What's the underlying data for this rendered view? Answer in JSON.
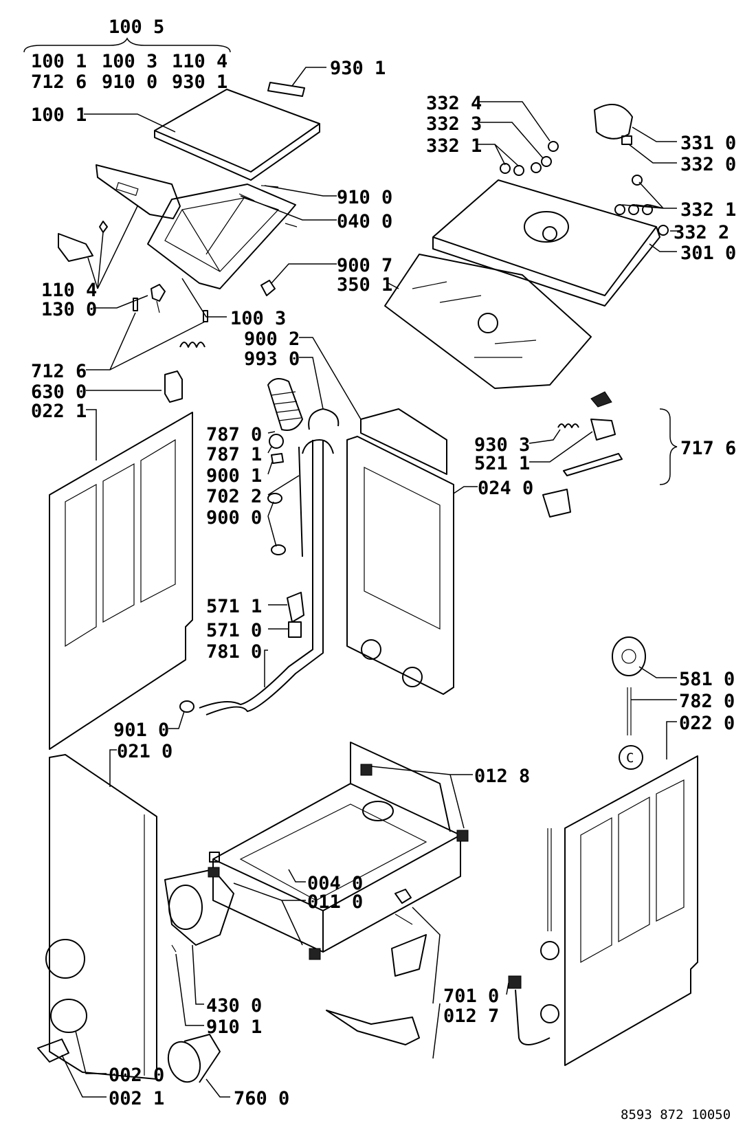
{
  "assembly": {
    "title": "100 5",
    "components_row1": [
      "100 1",
      "100 3",
      "110 4"
    ],
    "components_row2": [
      "712 6",
      "910 0",
      "930 1"
    ]
  },
  "labels": {
    "l930_1": "930 1",
    "l100_1": "100 1",
    "l910_0": "910 0",
    "l040_0": "040 0",
    "l110_4": "110 4",
    "l130_0": "130 0",
    "l100_3": "100 3",
    "l712_6": "712 6",
    "l630_0": "630 0",
    "l022_1": "022 1",
    "l332_4": "332 4",
    "l332_3": "332 3",
    "l332_1a": "332 1",
    "l331_0": "331 0",
    "l332_0": "332 0",
    "l332_1b": "332 1",
    "l332_2": "332 2",
    "l301_0": "301 0",
    "l900_7": "900 7",
    "l350_1": "350 1",
    "l900_2": "900 2",
    "l993_0": "993 0",
    "l787_0": "787 0",
    "l787_1": "787 1",
    "l900_1": "900 1",
    "l702_2": "702 2",
    "l900_0": "900 0",
    "l930_3": "930 3",
    "l521_1": "521 1",
    "l717_6": "717 6",
    "l024_0": "024 0",
    "l571_1": "571 1",
    "l571_0": "571 0",
    "l781_0": "781 0",
    "l901_0": "901 0",
    "l021_0": "021 0",
    "l581_0": "581 0",
    "l782_0": "782 0",
    "l022_0": "022 0",
    "l012_8": "012 8",
    "l004_0": "004 0",
    "l011_0": "011 0",
    "l430_0": "430 0",
    "l910_1": "910 1",
    "l701_0": "701 0",
    "l012_7": "012 7",
    "l002_0": "002 0",
    "l002_1": "002 1",
    "l760_0": "760 0",
    "c_mark": "C"
  },
  "document_number": "8593 872 10050"
}
